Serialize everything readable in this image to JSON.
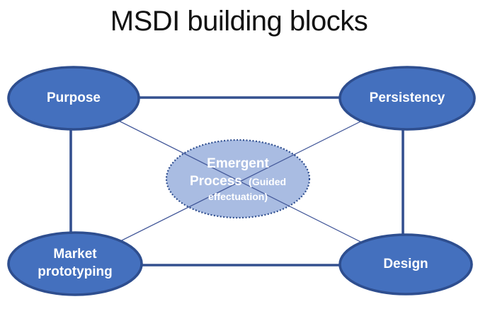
{
  "title": "MSDI building blocks",
  "colors": {
    "background": "#FFFFFF",
    "title_color": "#121212",
    "node_fill": "#4470BE",
    "node_border": "#2E4E8F",
    "center_fill": "#A9BCE2",
    "center_border": "#2F4E8F",
    "connector": "#34508F",
    "diagonal": "#44599A",
    "label_text": "#FFFFFF"
  },
  "nodes": {
    "purpose": {
      "label": "Purpose"
    },
    "persistency": {
      "label": "Persistency"
    },
    "market_prototyping": {
      "label": "Market prototyping"
    },
    "design": {
      "label": "Design"
    },
    "emergent_process": {
      "line1": "Emergent",
      "line2_primary": "Process",
      "line2_secondary": "(Guided",
      "line3_secondary": "effectuation)"
    }
  },
  "edges": [
    {
      "from": "purpose",
      "to": "persistency",
      "style": "thick-solid"
    },
    {
      "from": "market_prototyping",
      "to": "design",
      "style": "thick-solid"
    },
    {
      "from": "purpose",
      "to": "market_prototyping",
      "style": "thick-solid"
    },
    {
      "from": "persistency",
      "to": "design",
      "style": "thick-solid"
    },
    {
      "from": "purpose",
      "to": "design",
      "style": "thin-solid"
    },
    {
      "from": "persistency",
      "to": "market_prototyping",
      "style": "thin-solid"
    }
  ]
}
